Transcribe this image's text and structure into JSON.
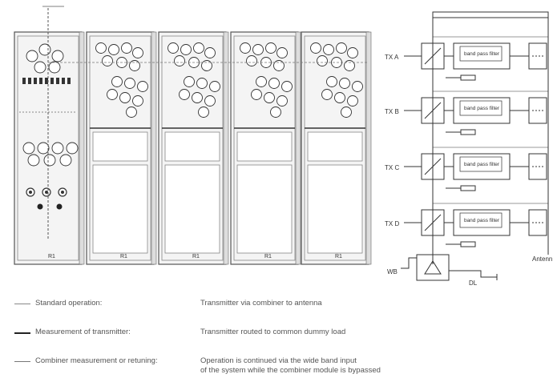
{
  "cabinets": {
    "module_labels": [
      "R1",
      "R1",
      "R1",
      "R1",
      "R1"
    ]
  },
  "schematic": {
    "transmitters": [
      "TX A",
      "TX B",
      "TX C",
      "TX D"
    ],
    "filter_labels": [
      "band pass filter",
      "band pass filter",
      "band pass filter",
      "band pass filter"
    ],
    "antenna_label": "Antenn",
    "wb_label": "WB",
    "dl_label": "DL"
  },
  "legend": [
    {
      "label": "Standard operation:",
      "description": "Transmitter via combiner to antenna",
      "description_2": ""
    },
    {
      "label": "Measurement of transmitter:",
      "description": "Transmitter routed to common dummy load",
      "description_2": ""
    },
    {
      "label": "Combiner measurement or retuning:",
      "description": "Operation is continued via the wide band input",
      "description_2": "of the system while the combiner module is bypassed"
    }
  ]
}
